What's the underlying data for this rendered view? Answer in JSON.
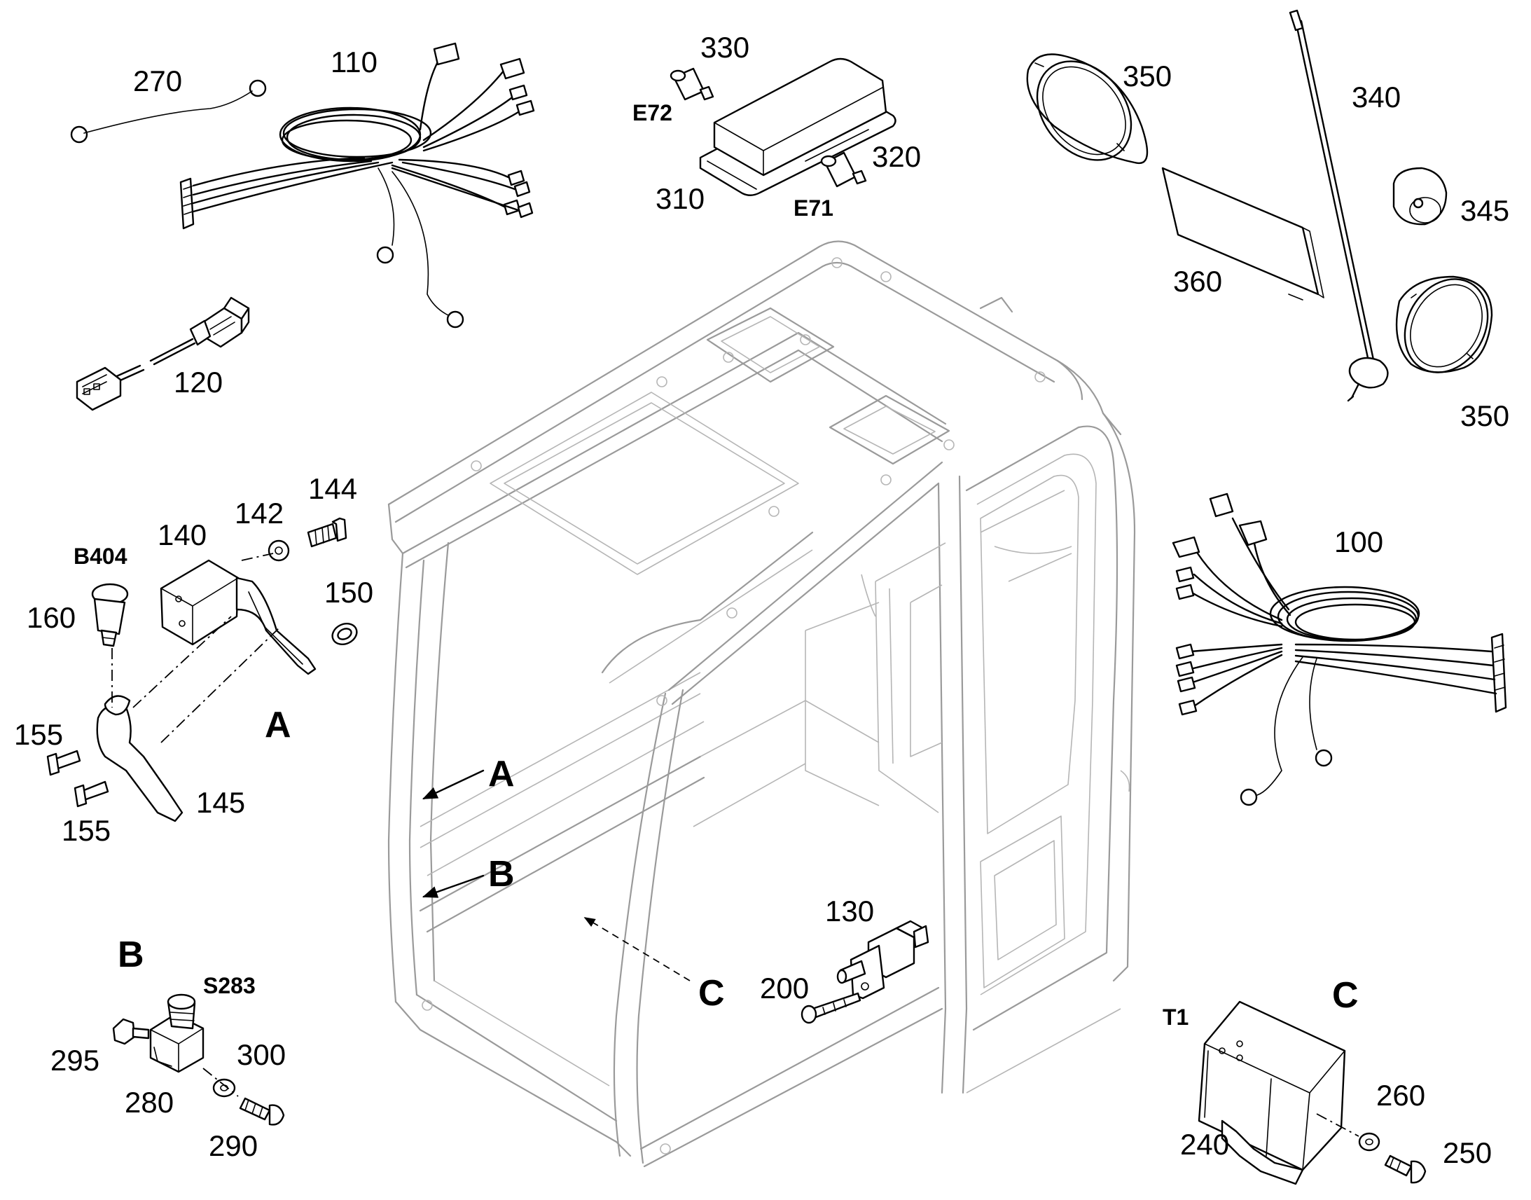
{
  "labels": {
    "p100": "100",
    "p110": "110",
    "p120": "120",
    "p130": "130",
    "p140": "140",
    "p142": "142",
    "p144": "144",
    "p145": "145",
    "p150": "150",
    "p155a": "155",
    "p155b": "155",
    "p160": "160",
    "p200": "200",
    "p240": "240",
    "p250": "250",
    "p260": "260",
    "p270": "270",
    "p280": "280",
    "p290": "290",
    "p295": "295",
    "p300": "300",
    "p310": "310",
    "p320": "320",
    "p330": "330",
    "p340": "340",
    "p345": "345",
    "p350a": "350",
    "p350b": "350",
    "p360": "360"
  },
  "codes": {
    "b404": "B404",
    "e71": "E71",
    "e72": "E72",
    "s283": "S283",
    "t1": "T1"
  },
  "views": {
    "a_detail": "A",
    "b_detail": "B",
    "c_detail": "C",
    "a_arrow": "A",
    "b_arrow": "B",
    "c_arrow": "C"
  }
}
